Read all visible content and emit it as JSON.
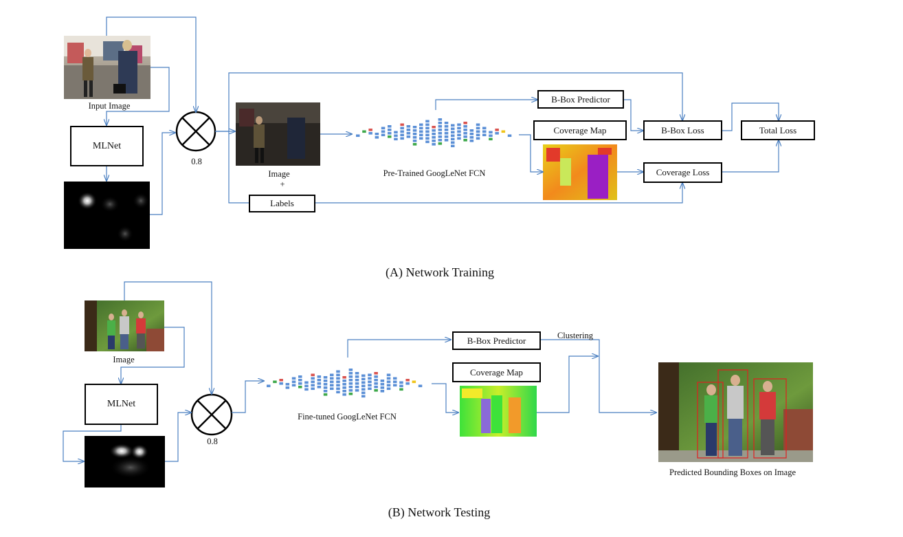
{
  "training": {
    "input_image_label": "Input Image",
    "mlnet_label": "MLNet",
    "weight_label": "0.8",
    "image_label": "Image",
    "plus_label": "+",
    "labels_box": "Labels",
    "network_label": "Pre-Trained GoogLeNet FCN",
    "bbox_predictor": "B-Box Predictor",
    "coverage_map": "Coverage Map",
    "bbox_loss": "B-Box Loss",
    "coverage_loss": "Coverage Loss",
    "total_loss": "Total Loss",
    "caption": "(A) Network Training"
  },
  "testing": {
    "image_label": "Image",
    "mlnet_label": "MLNet",
    "weight_label": "0.8",
    "network_label": "Fine-tuned GoogLeNet FCN",
    "bbox_predictor": "B-Box Predictor",
    "coverage_map": "Coverage Map",
    "clustering_label": "Clustering",
    "output_label": "Predicted Bounding Boxes on Image",
    "caption": "(B) Network Testing"
  },
  "colors": {
    "arrow": "#4a7fc1",
    "net_blue": "#5b8fd6",
    "net_green": "#3ea84a",
    "net_red": "#d9534f",
    "net_yellow": "#f0c419"
  }
}
